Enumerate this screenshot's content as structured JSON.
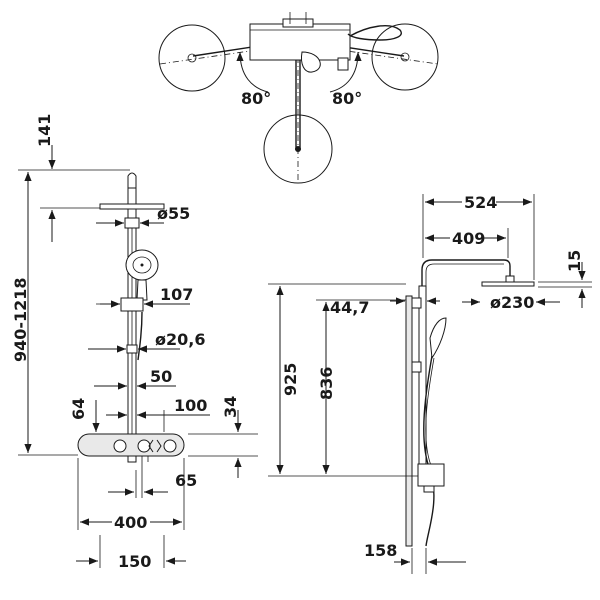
{
  "top_view": {
    "angle_left": "80°",
    "angle_right": "80°"
  },
  "front_view": {
    "height_range": "940-1218",
    "top_offset": "141",
    "head_diameter": "ø55",
    "bracket_height": "107",
    "rail_diameter": "ø20,6",
    "rail_offset": "50",
    "thermostat_depth_left": "64",
    "thermostat_depth_right": "100",
    "thermostat_height": "34",
    "outlet_offset": "65",
    "thermostat_width": "400",
    "fixing_distance": "150"
  },
  "side_view": {
    "arm_length": "524",
    "arm_inner": "409",
    "head_thickness": "15",
    "head_diameter": "ø230",
    "wall_offset": "44,7",
    "outer_height": "925",
    "inner_height": "836",
    "wall_projection": "158"
  }
}
